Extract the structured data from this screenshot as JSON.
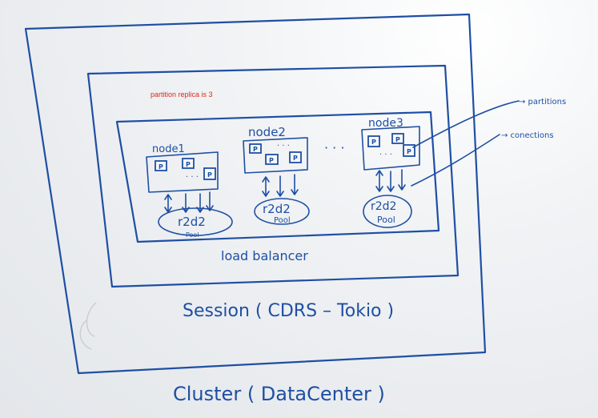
{
  "note": "partition replica is 3",
  "nodes": [
    {
      "label": "node1",
      "pool_title": "r2d2",
      "pool_sub": "Pool",
      "partition_label": "P"
    },
    {
      "label": "node2",
      "pool_title": "r2d2",
      "pool_sub": "Pool",
      "partition_label": "P"
    },
    {
      "label": "node3",
      "pool_title": "r2d2",
      "pool_sub": "Pool",
      "partition_label": "P"
    }
  ],
  "ellipsis": "· · ·",
  "load_balancer": "load balancer",
  "session": "Session ( CDRS – Tokio )",
  "cluster": "Cluster ( DataCenter )",
  "annotations": {
    "partitions": "→ partitions",
    "connections": "→ conections"
  },
  "colors": {
    "marker": "#1f4fa3",
    "note": "#e0261b"
  }
}
